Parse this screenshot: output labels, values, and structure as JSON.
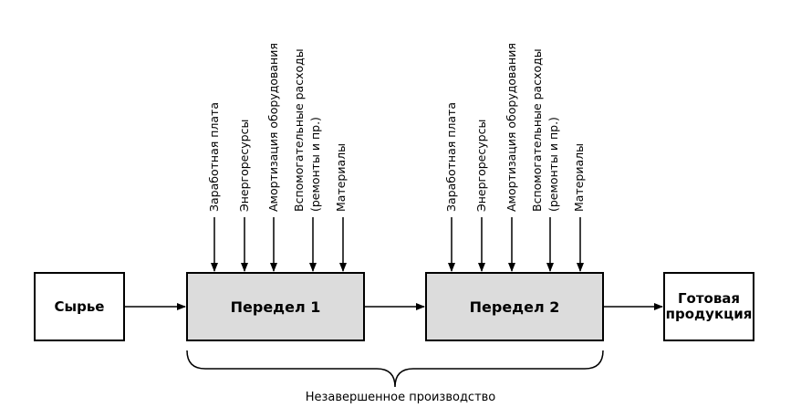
{
  "boxes": {
    "raw": "Сырье",
    "stage1": "Передел 1",
    "stage2": "Передел 2",
    "product": "Готовая продукция"
  },
  "inputs": [
    {
      "lines": [
        "Заработная плата"
      ]
    },
    {
      "lines": [
        "Энергоресурсы"
      ]
    },
    {
      "lines": [
        "Амортизация оборудования"
      ]
    },
    {
      "lines": [
        "Вспомогательные расходы",
        "(ремонты и пр.)"
      ]
    },
    {
      "lines": [
        "Материалы"
      ]
    }
  ],
  "wip_label": "Незавершенное производство"
}
